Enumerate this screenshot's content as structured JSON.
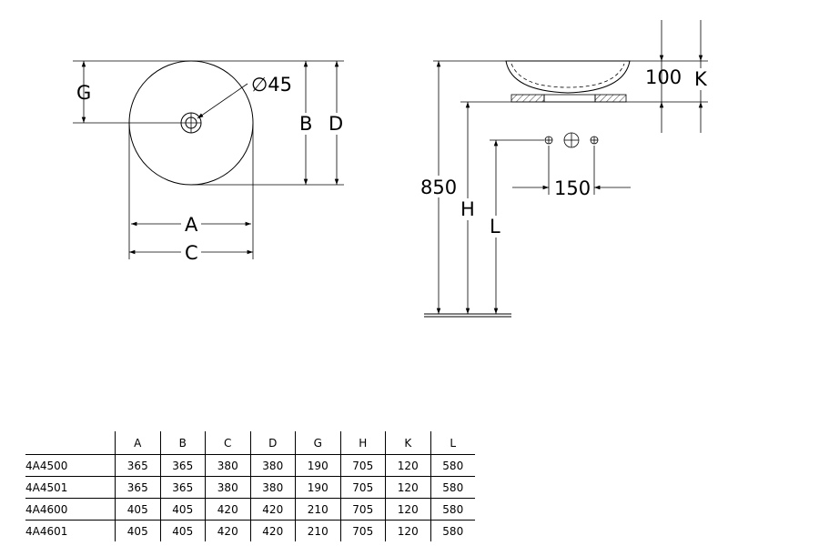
{
  "diagram": {
    "top_view": {
      "labels": {
        "g": "G",
        "diameter": "∅45",
        "b": "B",
        "d": "D",
        "a": "A",
        "c": "C"
      }
    },
    "side_view": {
      "labels": {
        "height_850": "850",
        "h": "H",
        "l": "L",
        "k": "K",
        "thickness_100": "100",
        "spacing_150": "150"
      }
    }
  },
  "table": {
    "headers": [
      "",
      "A",
      "B",
      "C",
      "D",
      "G",
      "H",
      "K",
      "L"
    ],
    "rows": [
      {
        "model": "4A4500",
        "values": [
          "365",
          "365",
          "380",
          "380",
          "190",
          "705",
          "120",
          "580"
        ]
      },
      {
        "model": "4A4501",
        "values": [
          "365",
          "365",
          "380",
          "380",
          "190",
          "705",
          "120",
          "580"
        ]
      },
      {
        "model": "4A4600",
        "values": [
          "405",
          "405",
          "420",
          "420",
          "210",
          "705",
          "120",
          "580"
        ]
      },
      {
        "model": "4A4601",
        "values": [
          "405",
          "405",
          "420",
          "420",
          "210",
          "705",
          "120",
          "580"
        ]
      }
    ]
  }
}
